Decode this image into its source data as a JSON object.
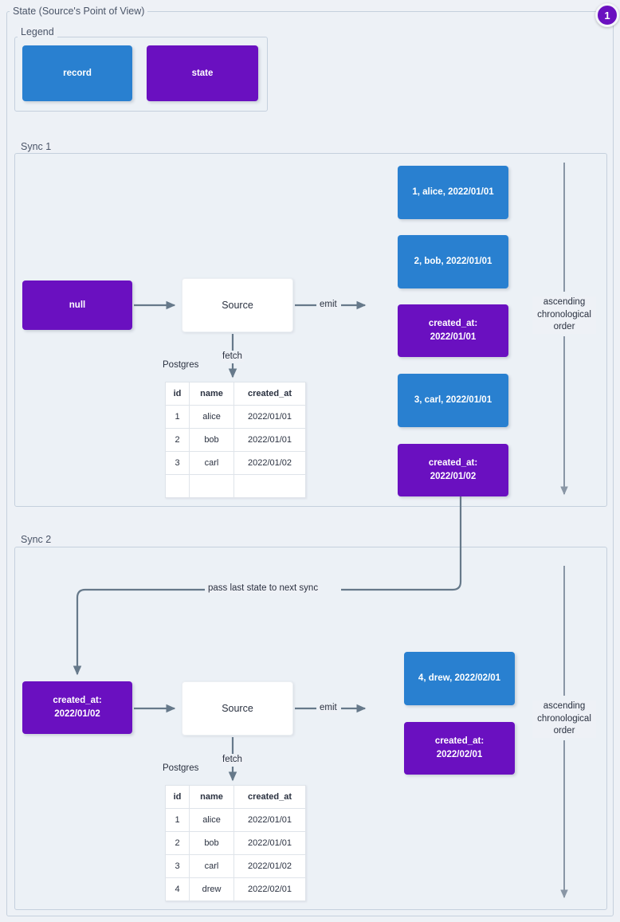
{
  "diagram": {
    "title": "State (Source's Point of View)",
    "badge": "1"
  },
  "legend": {
    "label": "Legend",
    "items": [
      {
        "label": "record",
        "kind": "record",
        "color": "#2980d0"
      },
      {
        "label": "state",
        "kind": "state",
        "color": "#6a10c0"
      }
    ]
  },
  "colors": {
    "record": "#2980d0",
    "state": "#6a10c0",
    "background": "#eef1f6",
    "edge": "#66798a",
    "border": "#c5d0dd"
  },
  "sync1": {
    "label": "Sync 1",
    "input_state": "null",
    "source_label": "Source",
    "fetch_label": "fetch",
    "db_label": "Postgres",
    "emit_label": "emit",
    "order_label": "ascending\nchronological\norder",
    "order_line1": "ascending",
    "order_line2": "chronological",
    "order_line3": "order",
    "table": {
      "columns": [
        "id",
        "name",
        "created_at"
      ],
      "rows": [
        [
          "1",
          "alice",
          "2022/01/01"
        ],
        [
          "2",
          "bob",
          "2022/01/01"
        ],
        [
          "3",
          "carl",
          "2022/01/02"
        ],
        [
          "",
          "",
          ""
        ]
      ]
    },
    "emitted": [
      {
        "kind": "record",
        "line1": "1, alice, 2022/01/01",
        "line2": ""
      },
      {
        "kind": "record",
        "line1": "2, bob, 2022/01/01",
        "line2": ""
      },
      {
        "kind": "state",
        "line1": "created_at:",
        "line2": "2022/01/01"
      },
      {
        "kind": "record",
        "line1": "3, carl, 2022/01/01",
        "line2": ""
      },
      {
        "kind": "state",
        "line1": "created_at:",
        "line2": "2022/01/02"
      }
    ]
  },
  "pass_state": {
    "label": "pass last state to next sync"
  },
  "sync2": {
    "label": "Sync 2",
    "input_state_line1": "created_at:",
    "input_state_line2": "2022/01/02",
    "source_label": "Source",
    "fetch_label": "fetch",
    "db_label": "Postgres",
    "emit_label": "emit",
    "order_line1": "ascending",
    "order_line2": "chronological",
    "order_line3": "order",
    "table": {
      "columns": [
        "id",
        "name",
        "created_at"
      ],
      "rows": [
        [
          "1",
          "alice",
          "2022/01/01"
        ],
        [
          "2",
          "bob",
          "2022/01/01"
        ],
        [
          "3",
          "carl",
          "2022/01/02"
        ],
        [
          "4",
          "drew",
          "2022/02/01"
        ]
      ]
    },
    "emitted": [
      {
        "kind": "record",
        "line1": "4, drew, 2022/02/01",
        "line2": ""
      },
      {
        "kind": "state",
        "line1": "created_at:",
        "line2": "2022/02/01"
      }
    ]
  }
}
